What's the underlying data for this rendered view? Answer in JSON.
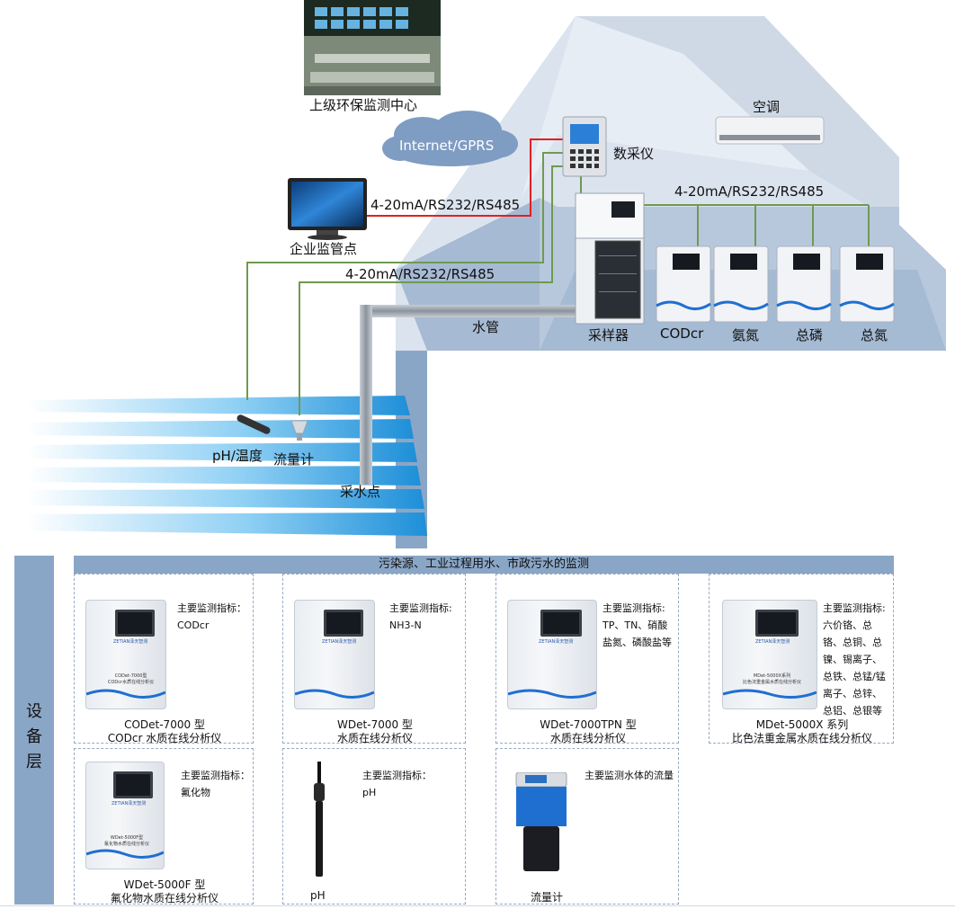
{
  "diagram": {
    "monitoring_center": "上级环保监测中心",
    "cloud": "Internet/GPRS",
    "data_collector": "数采仪",
    "air_conditioner": "空调",
    "enterprise_point": "企业监管点",
    "signal_label_top": "4-20mA/RS232/RS485",
    "signal_label_right": "4-20mA/RS232/RS485",
    "signal_label_bottom": "4-20mA/RS232/RS485",
    "water_pipe": "水管",
    "sampler": "采样器",
    "analyzers": [
      "CODcr",
      "氨氮",
      "总磷",
      "总氮"
    ],
    "ph_sensor": "pH/温度",
    "flowmeter": "流量计",
    "sampling_point": "采水点"
  },
  "table": {
    "side_title": [
      "设",
      "备",
      "层"
    ],
    "header": "污染源、工业过程用水、市政污水的监测",
    "metric_title": "主要监测指标：",
    "metric_title_alt": "主要监测指标:",
    "products": [
      {
        "model": "CODet-7000 型",
        "name": "CODcr 水质在线分析仪",
        "metrics": "CODcr",
        "brand": "ZETIAN泽天智测",
        "panel": "CODet-7000型\nCODcr水质在线分析仪"
      },
      {
        "model": "WDet-7000 型",
        "name": "水质在线分析仪",
        "metrics": "NH3-N",
        "brand": "ZETIAN泽天智测",
        "panel": ""
      },
      {
        "model": "WDet-7000TPN 型",
        "name": "水质在线分析仪",
        "metrics": "TP、TN、硝酸盐氮、磷酸盐等",
        "brand": "ZETIAN泽天智测",
        "panel": ""
      },
      {
        "model": "MDet-5000X 系列",
        "name": "比色法重金属水质在线分析仪",
        "metrics": "六价铬、总铬、总铜、总镍、锡离子、总铁、总锰/锰离子、总锌、总铝、总银等",
        "brand": "ZETIAN泽天智测",
        "panel": "MDet-5000X系列\n比色法重金属水质在线分析仪"
      },
      {
        "model": "WDet-5000F 型",
        "name": "氟化物水质在线分析仪",
        "metrics": "氟化物",
        "brand": "ZETIAN泽天智测",
        "panel": "WDet-5000F型\n氟化物水质在线分析仪"
      },
      {
        "model": "",
        "name": "pH",
        "metrics": "pH",
        "brand": "",
        "panel": ""
      },
      {
        "model": "",
        "name": "流量计",
        "metrics": "主要监测水体的流量",
        "metric_title": "",
        "brand": "",
        "panel": ""
      }
    ]
  },
  "colors": {
    "house_light": "#d9e2ee",
    "house_mid": "#b4c6dc",
    "band": "#8aa6c6",
    "signal_red": "#e02020",
    "signal_green": "#6f9a4f",
    "pipe": "#9aa3ad",
    "water": "#2e9fe0",
    "cabinet_wave": "#1f6fd1"
  }
}
